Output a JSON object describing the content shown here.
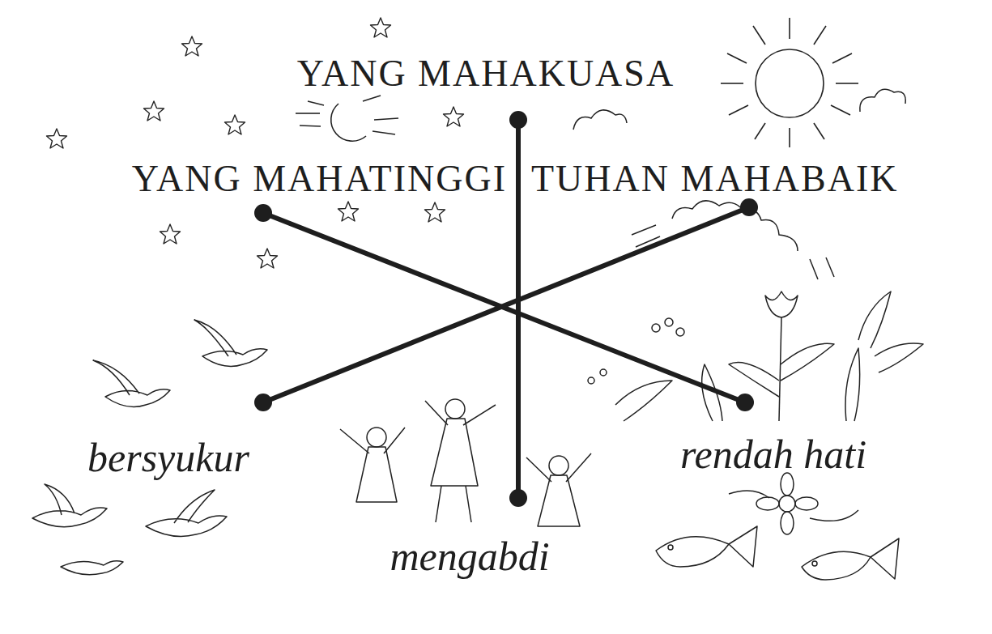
{
  "diagram": {
    "labels": [
      "YANG MAHAKUASA",
      "YANG MAHATINGGI",
      "TUHAN MAHABAIK",
      "bersyukur",
      "rendah hati",
      "mengabdi"
    ]
  }
}
